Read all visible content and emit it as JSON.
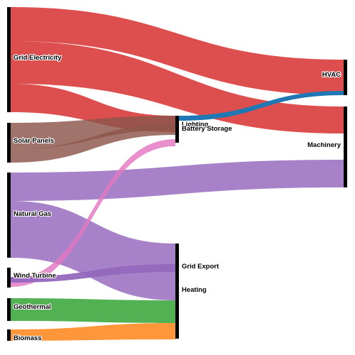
{
  "chart_data": {
    "type": "sankey",
    "title": "",
    "nodes": [
      {
        "id": "grid_electricity",
        "label": "Grid Electricity",
        "column": 0
      },
      {
        "id": "solar_panels",
        "label": "Solar Panels",
        "column": 0
      },
      {
        "id": "natural_gas",
        "label": "Natural Gas",
        "column": 0
      },
      {
        "id": "wind_turbine",
        "label": "Wind Turbine",
        "column": 0
      },
      {
        "id": "geothermal",
        "label": "Geothermal",
        "column": 0
      },
      {
        "id": "biomass",
        "label": "Biomass",
        "column": 0
      },
      {
        "id": "lighting",
        "label": "Lighting",
        "column": 1
      },
      {
        "id": "battery_storage",
        "label": "Battery Storage",
        "column": 1
      },
      {
        "id": "grid_export",
        "label": "Grid Export",
        "column": 1
      },
      {
        "id": "heating",
        "label": "Heating",
        "column": 1
      },
      {
        "id": "hvac",
        "label": "HVAC",
        "column": 2
      },
      {
        "id": "machinery",
        "label": "Machinery",
        "column": 2
      }
    ],
    "links": [
      {
        "source": "grid_electricity",
        "target": "hvac",
        "value": 45,
        "color": "#d62728"
      },
      {
        "source": "grid_electricity",
        "target": "machinery",
        "value": 30,
        "color": "#d62728"
      },
      {
        "source": "grid_electricity",
        "target": "lighting",
        "value": 10,
        "color": "#d62728"
      },
      {
        "source": "solar_panels",
        "target": "lighting",
        "value": 13,
        "color": "#8c564b"
      },
      {
        "source": "solar_panels",
        "target": "battery_storage",
        "value": 2,
        "color": "#8c564b"
      },
      {
        "source": "natural_gas",
        "target": "machinery",
        "value": 22,
        "color": "#9467bd"
      },
      {
        "source": "natural_gas",
        "target": "heating",
        "value": 40,
        "color": "#9467bd"
      },
      {
        "source": "wind_turbine",
        "target": "lighting",
        "value": 6,
        "color": "#e377c2"
      },
      {
        "source": "geothermal",
        "target": "heating",
        "value": 18,
        "color": "#2ca02c"
      },
      {
        "source": "biomass",
        "target": "heating",
        "value": 14,
        "color": "#ff7f0e"
      },
      {
        "source": "battery_storage",
        "target": "machinery",
        "value": 5,
        "color": "#1f77b4"
      }
    ],
    "node_color": "#000000"
  }
}
